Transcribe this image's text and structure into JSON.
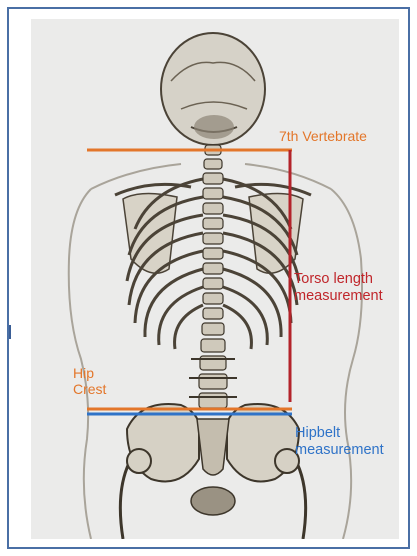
{
  "labels": {
    "vertebrate": "7th Vertebrate",
    "torso_line1": "Torso length",
    "torso_line2": "measurement",
    "hip_line1": "Hip",
    "hip_line2": "Crest",
    "hipbelt_line1": "Hipbelt",
    "hipbelt_line2": "measurement"
  },
  "colors": {
    "vertebrate_line": "#e3762a",
    "torso_line": "#b3232a",
    "hip_line": "#e3762a",
    "hipbelt_line": "#2f73c8",
    "border": "#4a6fa5"
  },
  "icons": {
    "figure": "skeleton-back-illustration"
  }
}
